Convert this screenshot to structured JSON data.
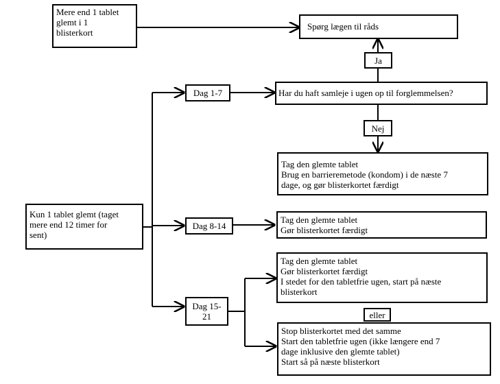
{
  "nodes": {
    "more_than_one": [
      "Mere end 1 tablet",
      "glemt i 1",
      "blisterkort"
    ],
    "ask_doctor": "Spørg lægen til råds",
    "yes": "Ja",
    "only_one": [
      "Kun 1 tablet glemt (taget",
      "mere end 12 timer for",
      "sent)"
    ],
    "day_1_7": "Dag 1-7",
    "question": "Har du haft samleje i ugen op til forglemmelsen?",
    "no": "Nej",
    "result_1_7": [
      "Tag den glemte tablet",
      "Brug en barrieremetode (kondom) i de næste 7",
      "dage, og gør blisterkortet færdigt"
    ],
    "day_8_14": "Dag 8-14",
    "result_8_14": [
      "Tag den glemte tablet",
      "Gør blisterkortet færdigt"
    ],
    "day_15_21": [
      "Dag 15-",
      "21"
    ],
    "option_a": [
      "Tag den glemte tablet",
      "Gør blisterkortet færdigt",
      "I stedet for den tabletfrie ugen, start på næste",
      "blisterkort"
    ],
    "or": "eller",
    "option_b": [
      "Stop blisterkortet med det samme",
      "Start den tabletfrie ugen (ikke længere end 7",
      "dage inklusive den glemte tablet)",
      "Start så på næste blisterkort"
    ]
  }
}
